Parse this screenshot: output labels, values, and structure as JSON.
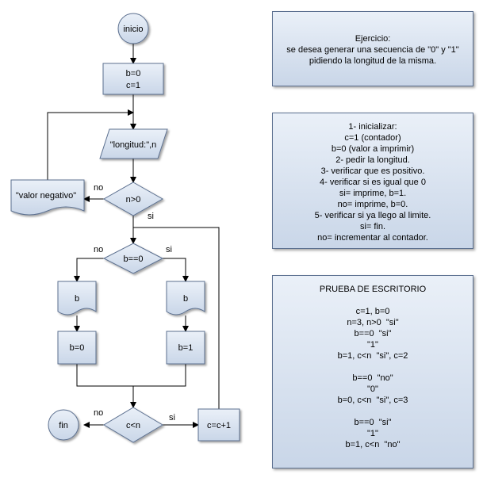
{
  "flowchart": {
    "start": "inicio",
    "init": [
      "b=0",
      "c=1"
    ],
    "input": "\"longitud:\",n",
    "check_positive": "n>0",
    "negative_output": "\"valor negativo\"",
    "check_b": "b==0",
    "print_left": "b",
    "print_right": "b",
    "set_b0": "b=0",
    "set_b1": "b=1",
    "check_limit": "c<n",
    "increment": "c=c+1",
    "end": "fin",
    "labels": {
      "no_negative": "no",
      "si_positive": "si",
      "no_b": "no",
      "si_b": "si",
      "no_limit": "no",
      "si_limit": "si"
    }
  },
  "exercise_panel": {
    "lines": [
      "Ejercicio:",
      "se desea generar una secuencia de \"0\" y \"1\"",
      "pidiendo la longitud de la misma."
    ]
  },
  "steps_panel": {
    "lines": [
      "1- inicializar:",
      "c=1 (contador)",
      "b=0 (valor a imprimir)",
      "2- pedir la longitud.",
      "3- verificar que es positivo.",
      "4- verificar si es igual que 0",
      "si= imprime, b=1.",
      "no= imprime, b=0.",
      "5- verificar si ya llego al limite.",
      "si= fin.",
      "no= incrementar al contador."
    ]
  },
  "test_panel": {
    "lines": [
      "PRUEBA DE ESCRITORIO",
      "",
      "c=1, b=0",
      "n=3, n>0  \"si\"",
      "b==0  \"si\"",
      "\"1\"",
      "b=1, c<n  \"si\", c=2",
      "",
      "b==0  \"no\"",
      "\"0\"",
      "b=0, c<n  \"si\", c=3",
      "",
      "b==0  \"si\"",
      "\"1\"",
      "b=1, c<n  \"no\""
    ]
  },
  "colors": {
    "fill_top": "#eaf0f8",
    "fill_bottom": "#c9d6e8",
    "stroke": "#5b6f8f",
    "arrow": "#000000"
  }
}
